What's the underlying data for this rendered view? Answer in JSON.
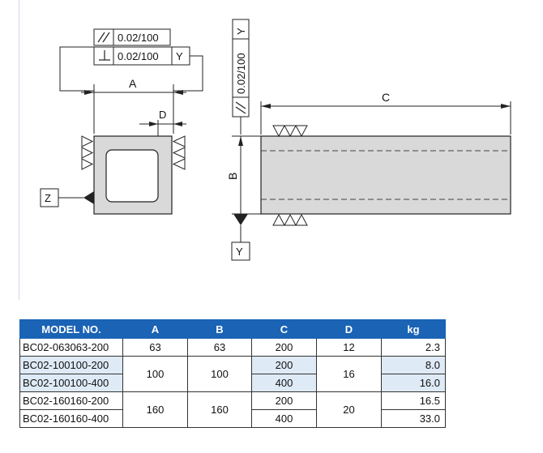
{
  "drawing": {
    "tol_parallel": "0.02/100",
    "tol_perpendicular": "0.02/100",
    "datum_ref_y": "Y",
    "tol_side_parallel": "0.02/100",
    "tol_side_datum": "Y",
    "label_a": "A",
    "label_b": "B",
    "label_c": "C",
    "label_d": "D",
    "datum_z": "Z",
    "datum_y": "Y"
  },
  "table": {
    "headers": [
      "MODEL NO.",
      "A",
      "B",
      "C",
      "D",
      "kg"
    ],
    "rows": [
      {
        "model": "BC02-063063-200",
        "a": "63",
        "b": "63",
        "c": "200",
        "d": "12",
        "kg": "2.3"
      },
      {
        "model": "BC02-100100-200",
        "a": "100",
        "b": "100",
        "c": "200",
        "d": "16",
        "kg": "8.0"
      },
      {
        "model": "BC02-100100-400",
        "c": "400",
        "kg": "16.0"
      },
      {
        "model": "BC02-160160-200",
        "a": "160",
        "b": "160",
        "c": "200",
        "d": "20",
        "kg": "16.5"
      },
      {
        "model": "BC02-160160-400",
        "c": "400",
        "kg": "33.0"
      }
    ]
  }
}
